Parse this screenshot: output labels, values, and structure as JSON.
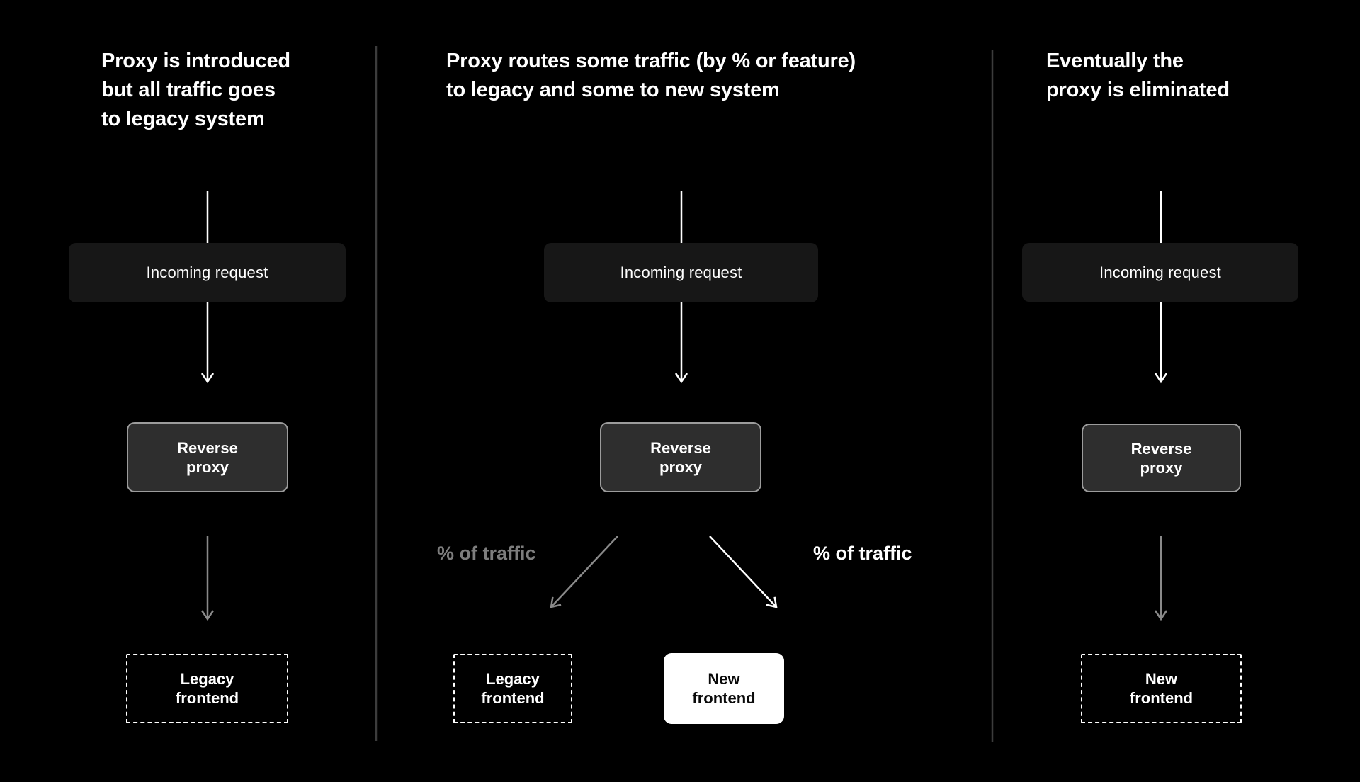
{
  "colors": {
    "bg": "#000000",
    "divider": "#3c3c3c",
    "box-dark-fill": "#171717",
    "proxy-fill": "#2e2e2e",
    "proxy-border": "#9c9c9c",
    "white": "#ffffff",
    "gray-arrow": "#8a8a8a",
    "gray-label": "#7d7d7d",
    "new-fill": "#ffffff",
    "new-text": "#0a0a0a"
  },
  "panels": [
    {
      "title": "Proxy is introduced\nbut all traffic goes\nto legacy system",
      "incoming_label": "Incoming request",
      "proxy_label": "Reverse\nproxy",
      "legacy_label": "Legacy\nfrontend"
    },
    {
      "title": "Proxy routes some traffic (by % or feature)\nto legacy and some to new system",
      "incoming_label": "Incoming request",
      "proxy_label": "Reverse\nproxy",
      "legacy_label": "Legacy\nfrontend",
      "new_label": "New\nfrontend",
      "traffic_label_left": "% of traffic",
      "traffic_label_right": "% of traffic"
    },
    {
      "title": "Eventually the\nproxy is eliminated",
      "incoming_label": "Incoming request",
      "proxy_label": "Reverse\nproxy",
      "new_label": "New\nfrontend"
    }
  ]
}
